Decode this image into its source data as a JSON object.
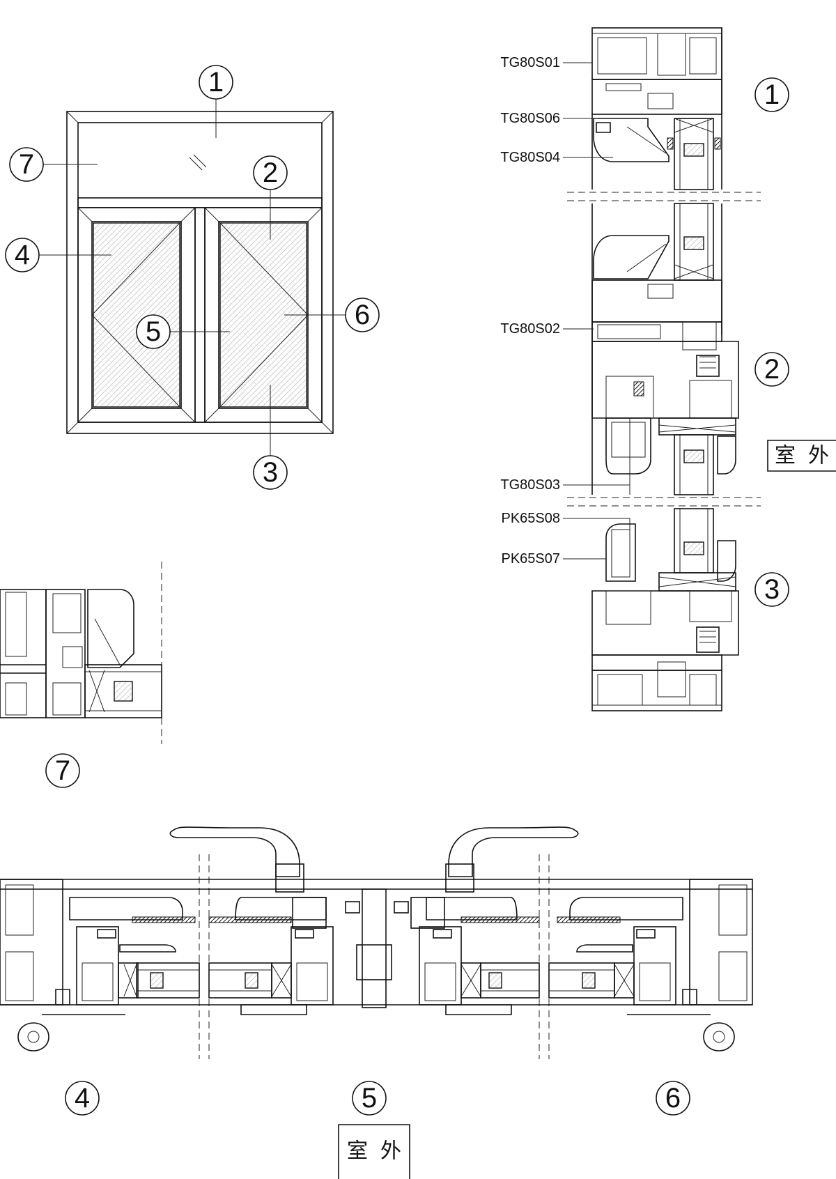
{
  "callouts": {
    "c1": "1",
    "c2": "2",
    "c3": "3",
    "c4": "4",
    "c5": "5",
    "c6": "6",
    "c7": "7"
  },
  "section_callouts": {
    "v1": "1",
    "v2": "2",
    "v3": "3",
    "s7": "7",
    "h4": "4",
    "h5": "5",
    "h6": "6"
  },
  "profiles": {
    "p1": "TG80S01",
    "p2": "TG80S06",
    "p3": "TG80S04",
    "p4": "TG80S02",
    "p5": "TG80S03",
    "p6": "PK65S08",
    "p7": "PK65S07"
  },
  "outdoor": {
    "right": "室外",
    "bottom": "室外"
  }
}
